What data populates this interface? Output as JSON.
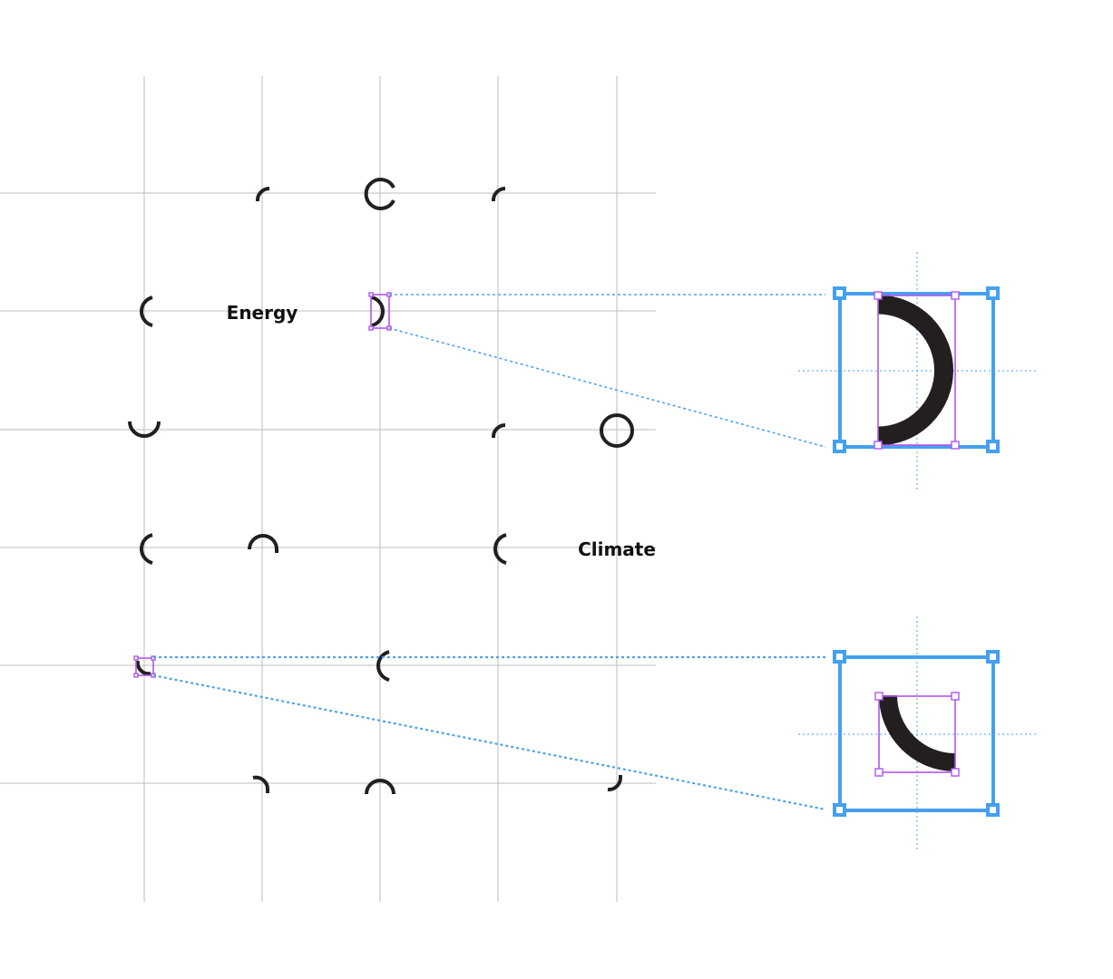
{
  "labels": {
    "energy": "Energy",
    "climate": "Climate"
  },
  "colors": {
    "ink": "#231f20",
    "grid": "#bdbdbd",
    "selection_frame": "#45a0f0",
    "bounding_box": "#b055ee",
    "guide": "#4da3f0"
  },
  "glyph_shapes": [
    "quarter-arc-top-left",
    "open-circle-right-gap",
    "half-arc-left",
    "half-arc-right",
    "half-arc-bottom",
    "full-circle",
    "arc-top-left-hook",
    "quarter-arc-bottom-left",
    "half-arc-top",
    "hook-top-right",
    "hook-bottom-right"
  ],
  "callouts": [
    {
      "name": "magnified-half-arc-right"
    },
    {
      "name": "magnified-quarter-arc-bottom-left"
    }
  ]
}
